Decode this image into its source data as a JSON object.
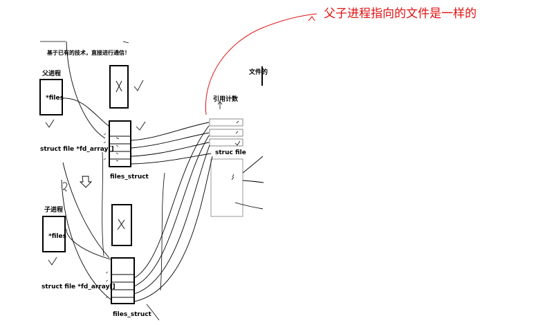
{
  "header_note": "基于已有的技术，直接进行通信！",
  "annotation": "父子进程指向的文件是一样的",
  "parent": {
    "label": "父进程",
    "files_label": "*files",
    "fd_array_label": "struct file *fd_array[]",
    "files_struct_label": "files_struct"
  },
  "child": {
    "label": "子进程",
    "files_label": "*files",
    "fd_array_label": "struct file *fd_array[]",
    "files_struct_label": "files_struct"
  },
  "file_side": {
    "title": "文件的",
    "ref_count_label": "引用计数",
    "struct_file_label": "struc file"
  },
  "colors": {
    "ink": "#000000",
    "annotation": "#e01010",
    "light_box": "#9a9a9a"
  }
}
